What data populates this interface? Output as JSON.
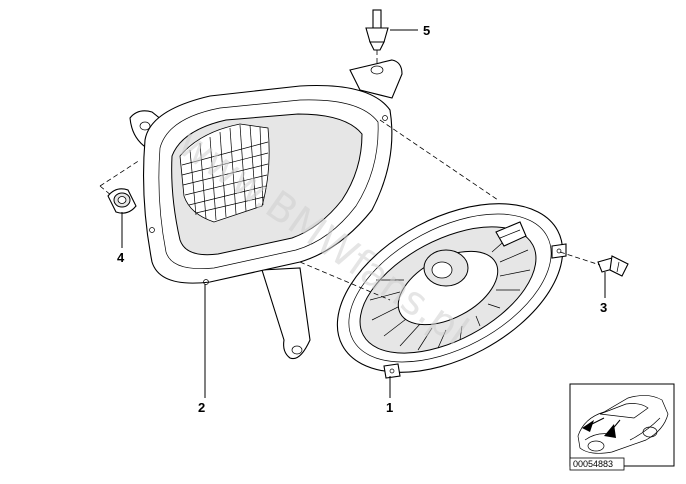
{
  "callouts": [
    {
      "id": "1",
      "label": "1"
    },
    {
      "id": "2",
      "label": "2"
    },
    {
      "id": "3",
      "label": "3"
    },
    {
      "id": "4",
      "label": "4"
    },
    {
      "id": "5",
      "label": "5"
    }
  ],
  "watermark": "www.BMWfans.pl",
  "reference_number": "00054883",
  "colors": {
    "line": "#000000",
    "background": "#ffffff",
    "watermark": "#d0d0d0"
  }
}
